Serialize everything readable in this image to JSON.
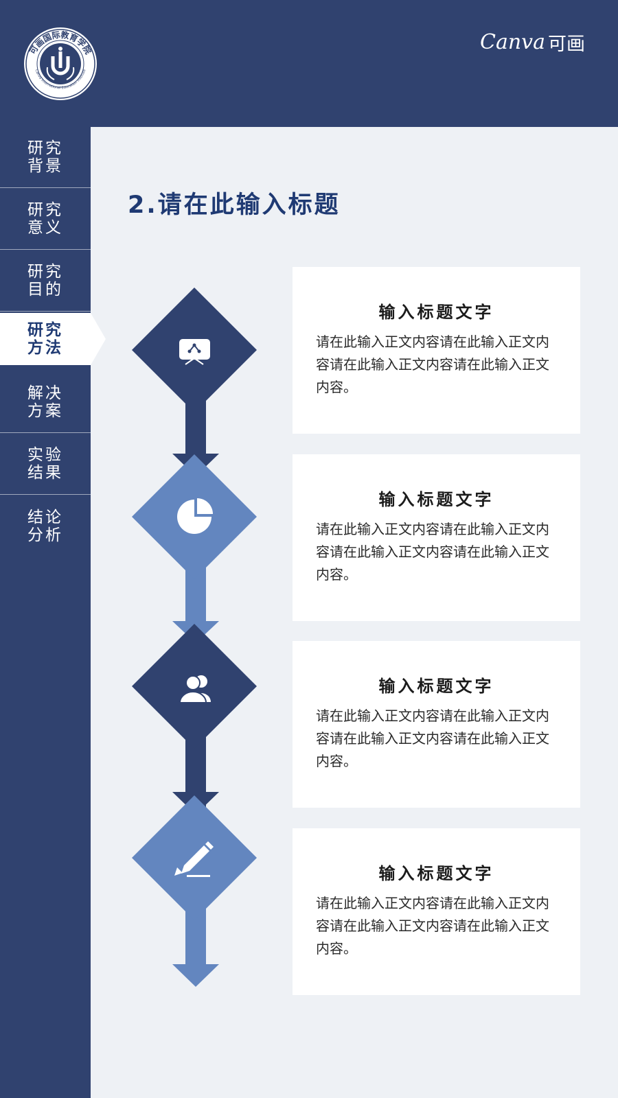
{
  "header": {
    "logo": {
      "arc_text": "可画国际教育学院",
      "sub_text": "Canva International Education Institute"
    },
    "brand": {
      "latin": "Canva",
      "chinese": "可画"
    }
  },
  "sidebar": {
    "items": [
      {
        "label": "研究背景",
        "active": false
      },
      {
        "label": "研究意义",
        "active": false
      },
      {
        "label": "研究目的",
        "active": false
      },
      {
        "label": "研究方法",
        "active": true
      },
      {
        "label": "解决方案",
        "active": false
      },
      {
        "label": "实验结果",
        "active": false
      },
      {
        "label": "结论分析",
        "active": false
      }
    ]
  },
  "main": {
    "title": "2.请在此输入标题",
    "steps": [
      {
        "icon": "presentation-icon",
        "color": "#30426f",
        "title": "输入标题文字",
        "body": "请在此输入正文内容请在此输入正文内容请在此输入正文内容请在此输入正文内容。"
      },
      {
        "icon": "pie-chart-icon",
        "color": "#6386bf",
        "title": "输入标题文字",
        "body": "请在此输入正文内容请在此输入正文内容请在此输入正文内容请在此输入正文内容。"
      },
      {
        "icon": "users-icon",
        "color": "#30426f",
        "title": "输入标题文字",
        "body": "请在此输入正文内容请在此输入正文内容请在此输入正文内容请在此输入正文内容。"
      },
      {
        "icon": "pencil-icon",
        "color": "#6386bf",
        "title": "输入标题文字",
        "body": "请在此输入正文内容请在此输入正文内容请在此输入正文内容请在此输入正文内容。"
      }
    ]
  },
  "colors": {
    "navy": "#30426f",
    "light_blue": "#6386bf",
    "title_blue": "#1f3a73",
    "background": "#eef1f5"
  }
}
